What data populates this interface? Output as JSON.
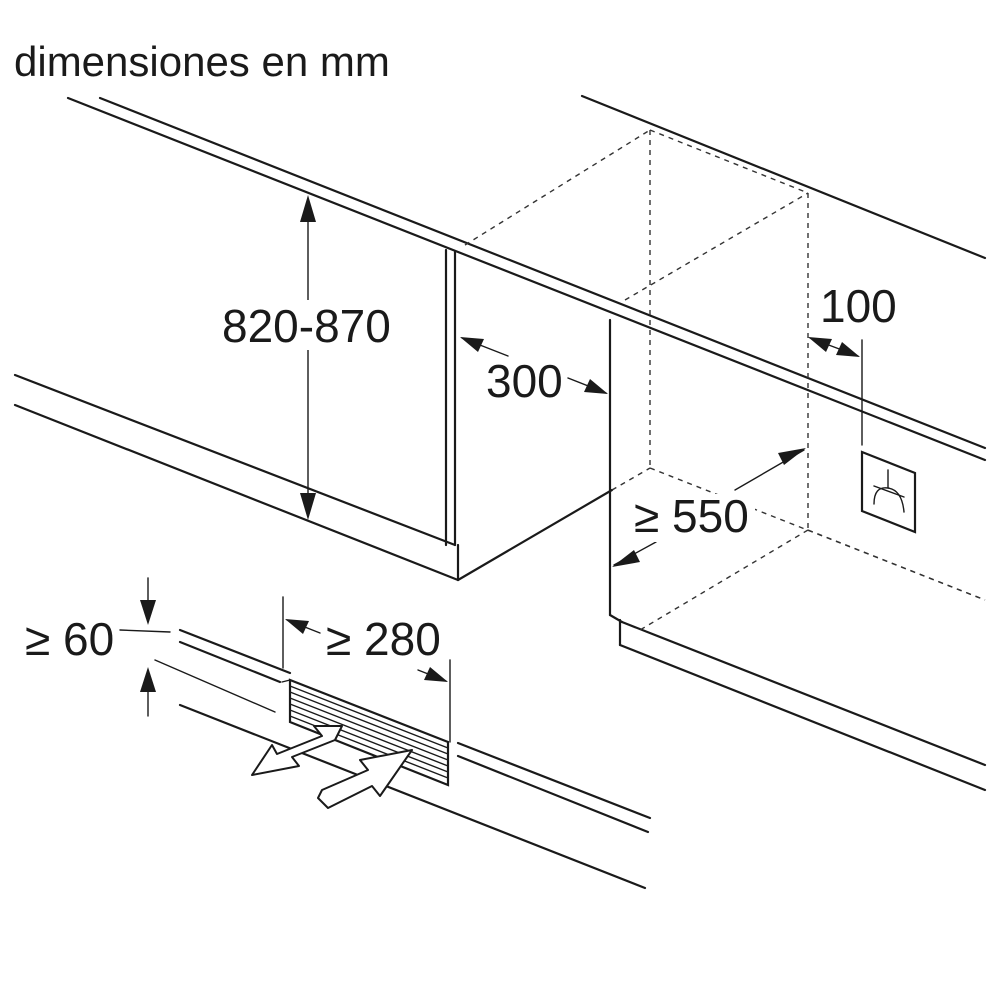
{
  "title": "dimensiones en mm",
  "dimensions": {
    "height": "820-870",
    "depth_niche": "300",
    "side_gap": "100",
    "depth_min": "≥ 550",
    "plinth_height": "≥ 60",
    "vent_width": "≥ 280"
  },
  "icons": {
    "socket": "power-socket-icon",
    "airflow_out": "air-out-arrow-icon",
    "airflow_in": "air-in-arrow-icon",
    "vent": "ventilation-grille-icon"
  }
}
